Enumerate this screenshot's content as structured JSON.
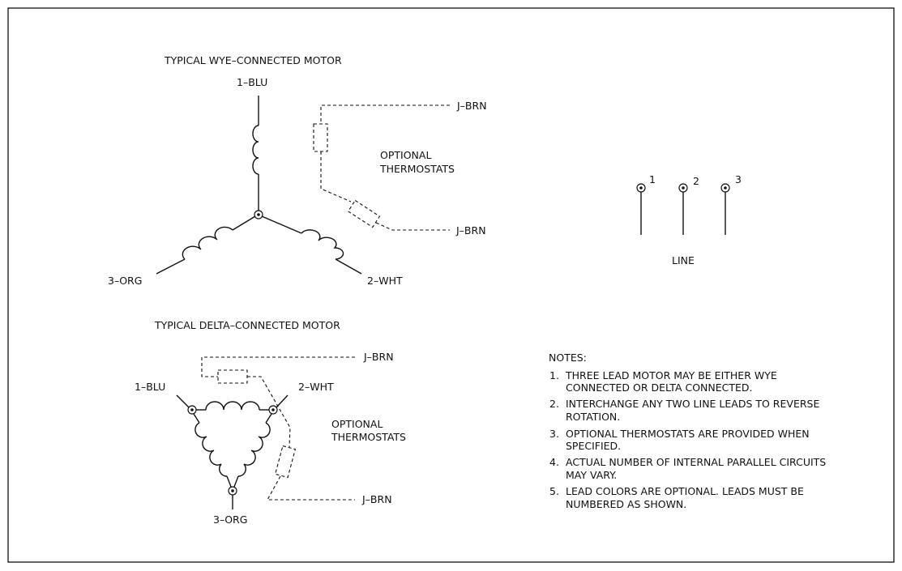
{
  "wye": {
    "title": "TYPICAL WYE–CONNECTED MOTOR",
    "lead1": "1–BLU",
    "lead2": "2–WHT",
    "lead3": "3–ORG",
    "thermostat_lead_top": "J–BRN",
    "thermostat_lead_bottom": "J–BRN",
    "thermostat_label_line1": "OPTIONAL",
    "thermostat_label_line2": "THERMOSTATS"
  },
  "delta": {
    "title": "TYPICAL DELTA–CONNECTED MOTOR",
    "lead1": "1–BLU",
    "lead2": "2–WHT",
    "lead3": "3–ORG",
    "thermostat_lead_top": "J–BRN",
    "thermostat_lead_bottom": "J–BRN",
    "thermostat_label_line1": "OPTIONAL",
    "thermostat_label_line2": "THERMOSTATS"
  },
  "line": {
    "terminals": [
      "1",
      "2",
      "3"
    ],
    "label": "LINE"
  },
  "notes": {
    "heading": "NOTES:",
    "items": [
      {
        "num": "1.",
        "line1": "THREE LEAD MOTOR MAY BE EITHER WYE",
        "line2": "CONNECTED OR DELTA CONNECTED."
      },
      {
        "num": "2.",
        "line1": "INTERCHANGE ANY TWO LINE LEADS TO REVERSE",
        "line2": "ROTATION."
      },
      {
        "num": "3.",
        "line1": "OPTIONAL THERMOSTATS ARE PROVIDED WHEN",
        "line2": "SPECIFIED."
      },
      {
        "num": "4.",
        "line1": "ACTUAL NUMBER OF INTERNAL PARALLEL CIRCUITS",
        "line2": "MAY VARY."
      },
      {
        "num": "5.",
        "line1": "LEAD COLORS ARE OPTIONAL.  LEADS MUST BE",
        "line2": "NUMBERED AS SHOWN."
      }
    ]
  }
}
